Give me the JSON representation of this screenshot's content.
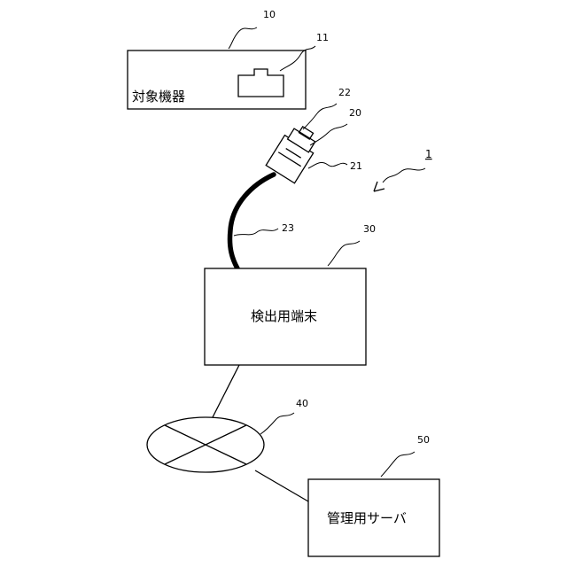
{
  "system": {
    "ref": "1"
  },
  "target_device": {
    "ref": "10",
    "label": "対象機器"
  },
  "port": {
    "ref": "11"
  },
  "connector": {
    "ref": "20"
  },
  "connector_body": {
    "ref": "21"
  },
  "connector_tip": {
    "ref": "22"
  },
  "cable": {
    "ref": "23"
  },
  "detection_terminal": {
    "ref": "30",
    "label": "検出用端末"
  },
  "network": {
    "ref": "40"
  },
  "management_server": {
    "ref": "50",
    "label": "管理用サーバ"
  }
}
